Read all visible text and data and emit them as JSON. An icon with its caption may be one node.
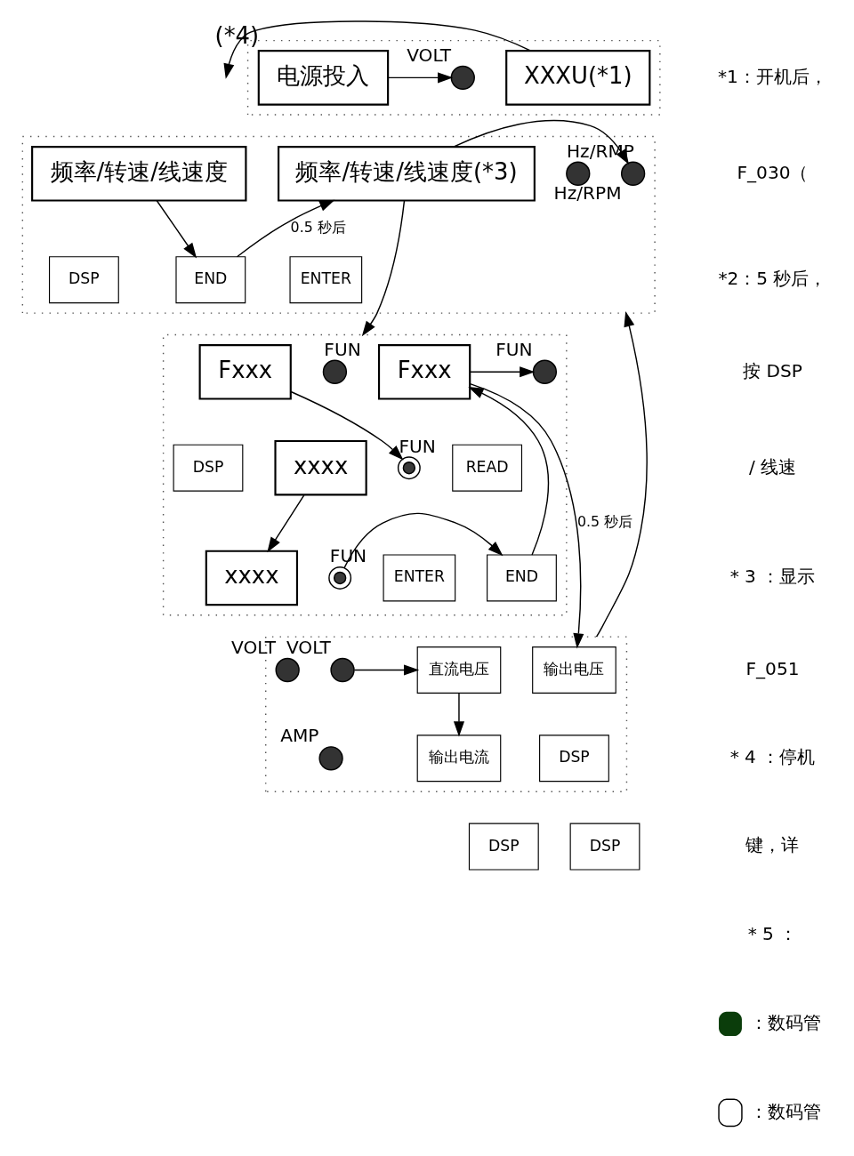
{
  "diagram": {
    "nodes": [
      {
        "text": [],
        "shape": "box"
      },
      {
        "text": [
          "XXXU(*1)"
        ],
        "in": 0
      },
      {
        "text": [],
        "shape": "circle",
        "beside": [
          "VOLT"
        ],
        "in": 0
      },
      {
        "text": [
          "电源投入"
        ],
        "beside": [
          "(*4)"
        ],
        "in": 0
      },
      {
        "text": [],
        "shape": "box"
      },
      {
        "text": [],
        "shape": "circle",
        "beside": [
          "Hz/RMP"
        ],
        "in": 4
      },
      {
        "text": [
          "频率/转速/线速度(*3)"
        ],
        "in": 4
      },
      {
        "text": [],
        "shape": "circle",
        "beside": [
          "Hz/RPM"
        ],
        "in": 4
      },
      {
        "text": [
          "频率/转速/线速度"
        ],
        "in": 4
      },
      {
        "text": [
          "ENTER"
        ],
        "in": 4
      },
      {
        "text": [
          "END"
        ],
        "in": 4
      },
      {
        "text": [
          "DSP"
        ],
        "in": 4
      },
      {
        "text": [],
        "shape": "box"
      },
      {
        "text": [],
        "shape": "circle",
        "beside": [
          "FUN"
        ],
        "in": 12
      },
      {
        "text": [
          "Fxxx"
        ],
        "in": 12
      },
      {
        "text": [],
        "shape": "circle",
        "beside": [
          "FUN"
        ],
        "in": 12
      },
      {
        "text": [
          "Fxxx"
        ],
        "in": 12
      },
      {
        "text": [
          "READ"
        ],
        "in": 12
      },
      {
        "text": [],
        "shape": "circle",
        "beside": [
          "FUN"
        ],
        "in": 12
      },
      {
        "text": [
          "xxxx"
        ],
        "in": 12
      },
      {
        "text": [
          "DSP"
        ],
        "in": 12
      },
      {
        "text": [
          "END"
        ],
        "in": 12
      },
      {
        "text": [
          "ENTER"
        ],
        "in": 12
      },
      {
        "text": [],
        "shape": "circle",
        "beside": [
          "FUN"
        ],
        "in": 12
      },
      {
        "text": [
          "xxxx"
        ],
        "in": 12
      },
      {
        "text": [
          "DSP"
        ]
      },
      {
        "text": [
          "DSP"
        ]
      },
      {
        "text": [],
        "shape": "box"
      },
      {
        "text": [
          "输出电压"
        ],
        "in": 27
      },
      {
        "text": [],
        "shape": "circle",
        "beside": [
          "VOLT"
        ],
        "in": 27
      },
      {
        "text": [
          "直流电压"
        ],
        "in": 27
      },
      {
        "text": [],
        "shape": "circle",
        "beside": [
          "VOLT"
        ],
        "in": 27
      },
      {
        "text": [
          "DSP"
        ],
        "in": 27
      },
      {
        "text": [
          "输出电流"
        ],
        "in": 27
      },
      {
        "text": [],
        "shape": "circle",
        "beside": [
          "AMP"
        ],
        "in": 27
      }
    ],
    "edges": [
      {
        "from": 3,
        "to": 2,
        "arrow": "to"
      },
      {
        "from": 1,
        "to": null,
        "arrow": "to"
      },
      {
        "from": 6,
        "to": 7,
        "arrow": "to"
      },
      {
        "from": 8,
        "to": 10,
        "arrow": "to"
      },
      {
        "from": 10,
        "to": 6,
        "arrow": "to",
        "label": "0.5 秒后"
      },
      {
        "from": 6,
        "to": 12,
        "arrow": "to"
      },
      {
        "from": 27,
        "to": 4,
        "arrow": "to"
      },
      {
        "from": 14,
        "to": 15,
        "arrow": "to"
      },
      {
        "from": 16,
        "to": 18,
        "arrow": "to"
      },
      {
        "from": 19,
        "to": 24,
        "arrow": "to"
      },
      {
        "from": 23,
        "to": 21,
        "arrow": "to"
      },
      {
        "from": 21,
        "to": 14,
        "arrow": "to"
      },
      {
        "from": 14,
        "to": 28,
        "arrow": "to",
        "label": "0.5 秒后"
      },
      {
        "from": 29,
        "to": 30,
        "arrow": "to"
      },
      {
        "from": 30,
        "to": 33,
        "arrow": "to"
      }
    ],
    "labels": [
      "*1：开机后，",
      "F_030（",
      "*2：5 秒后，",
      "按 DSP",
      "/ 线速",
      "* 3 ：显示",
      "F_051",
      "* 4 ：停机",
      "键，详",
      "* 5 ："
    ],
    "legend": [
      {
        "text": "：数码管",
        "color": "#0b3d0b"
      },
      {
        "text": "：数码管"
      }
    ]
  }
}
